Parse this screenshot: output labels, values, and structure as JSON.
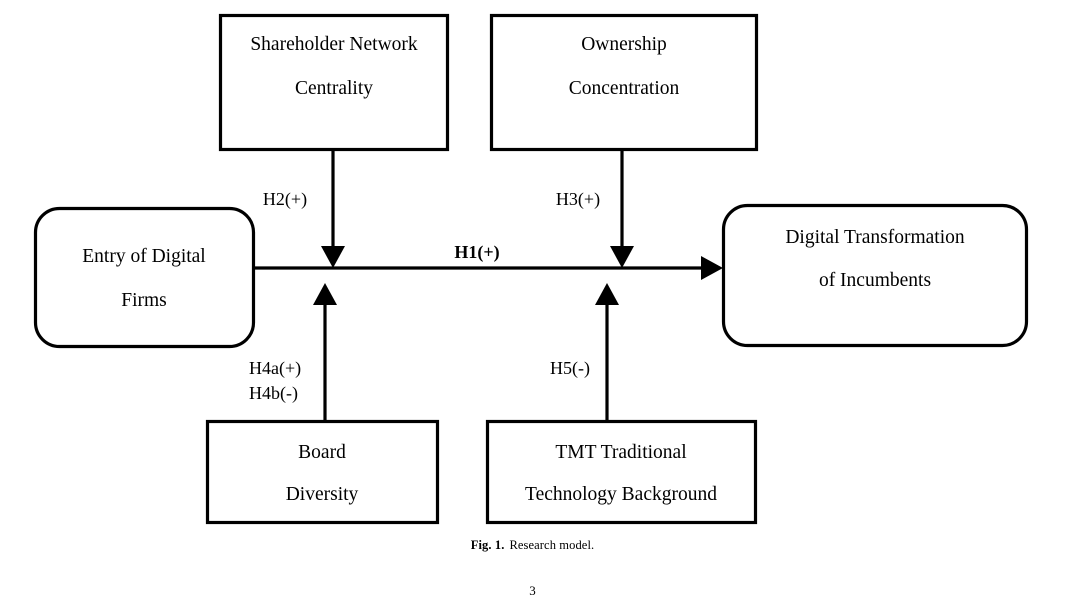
{
  "figure": {
    "caption_label": "Fig. 1.",
    "caption_text": "Research model.",
    "page_number": "3"
  },
  "nodes": {
    "shareholder_network_centrality": {
      "line1": "Shareholder Network",
      "line2": "Centrality",
      "shape": "rectangle"
    },
    "ownership_concentration": {
      "line1": "Ownership",
      "line2": "Concentration",
      "shape": "rectangle"
    },
    "entry_of_digital_firms": {
      "line1": "Entry of Digital",
      "line2": "Firms",
      "shape": "rounded-rectangle"
    },
    "digital_transformation_of_incumbents": {
      "line1": "Digital Transformation",
      "line2": "of Incumbents",
      "shape": "rounded-rectangle"
    },
    "board_diversity": {
      "line1": "Board",
      "line2": "Diversity",
      "shape": "rectangle"
    },
    "tmt_traditional_technology_background": {
      "line1": "TMT Traditional",
      "line2": "Technology Background",
      "shape": "rectangle"
    }
  },
  "edges": {
    "h1": {
      "label": "H1(+)",
      "from": "entry_of_digital_firms",
      "to": "digital_transformation_of_incumbents",
      "sign": "+",
      "bold": true
    },
    "h2": {
      "label": "H2(+)",
      "from": "shareholder_network_centrality",
      "to": "h1_path",
      "sign": "+",
      "bold": false
    },
    "h3": {
      "label": "H3(+)",
      "from": "ownership_concentration",
      "to": "h1_path",
      "sign": "+",
      "bold": false
    },
    "h4a": {
      "label": "H4a(+)",
      "from": "board_diversity",
      "to": "h1_path",
      "sign": "+",
      "bold": false
    },
    "h4b": {
      "label": "H4b(-)",
      "from": "board_diversity",
      "to": "h1_path",
      "sign": "-",
      "bold": false
    },
    "h5": {
      "label": "H5(-)",
      "from": "tmt_traditional_technology_background",
      "to": "h1_path",
      "sign": "-",
      "bold": false
    }
  },
  "colors": {
    "stroke": "#000000",
    "fill": "#ffffff",
    "text": "#000000"
  }
}
